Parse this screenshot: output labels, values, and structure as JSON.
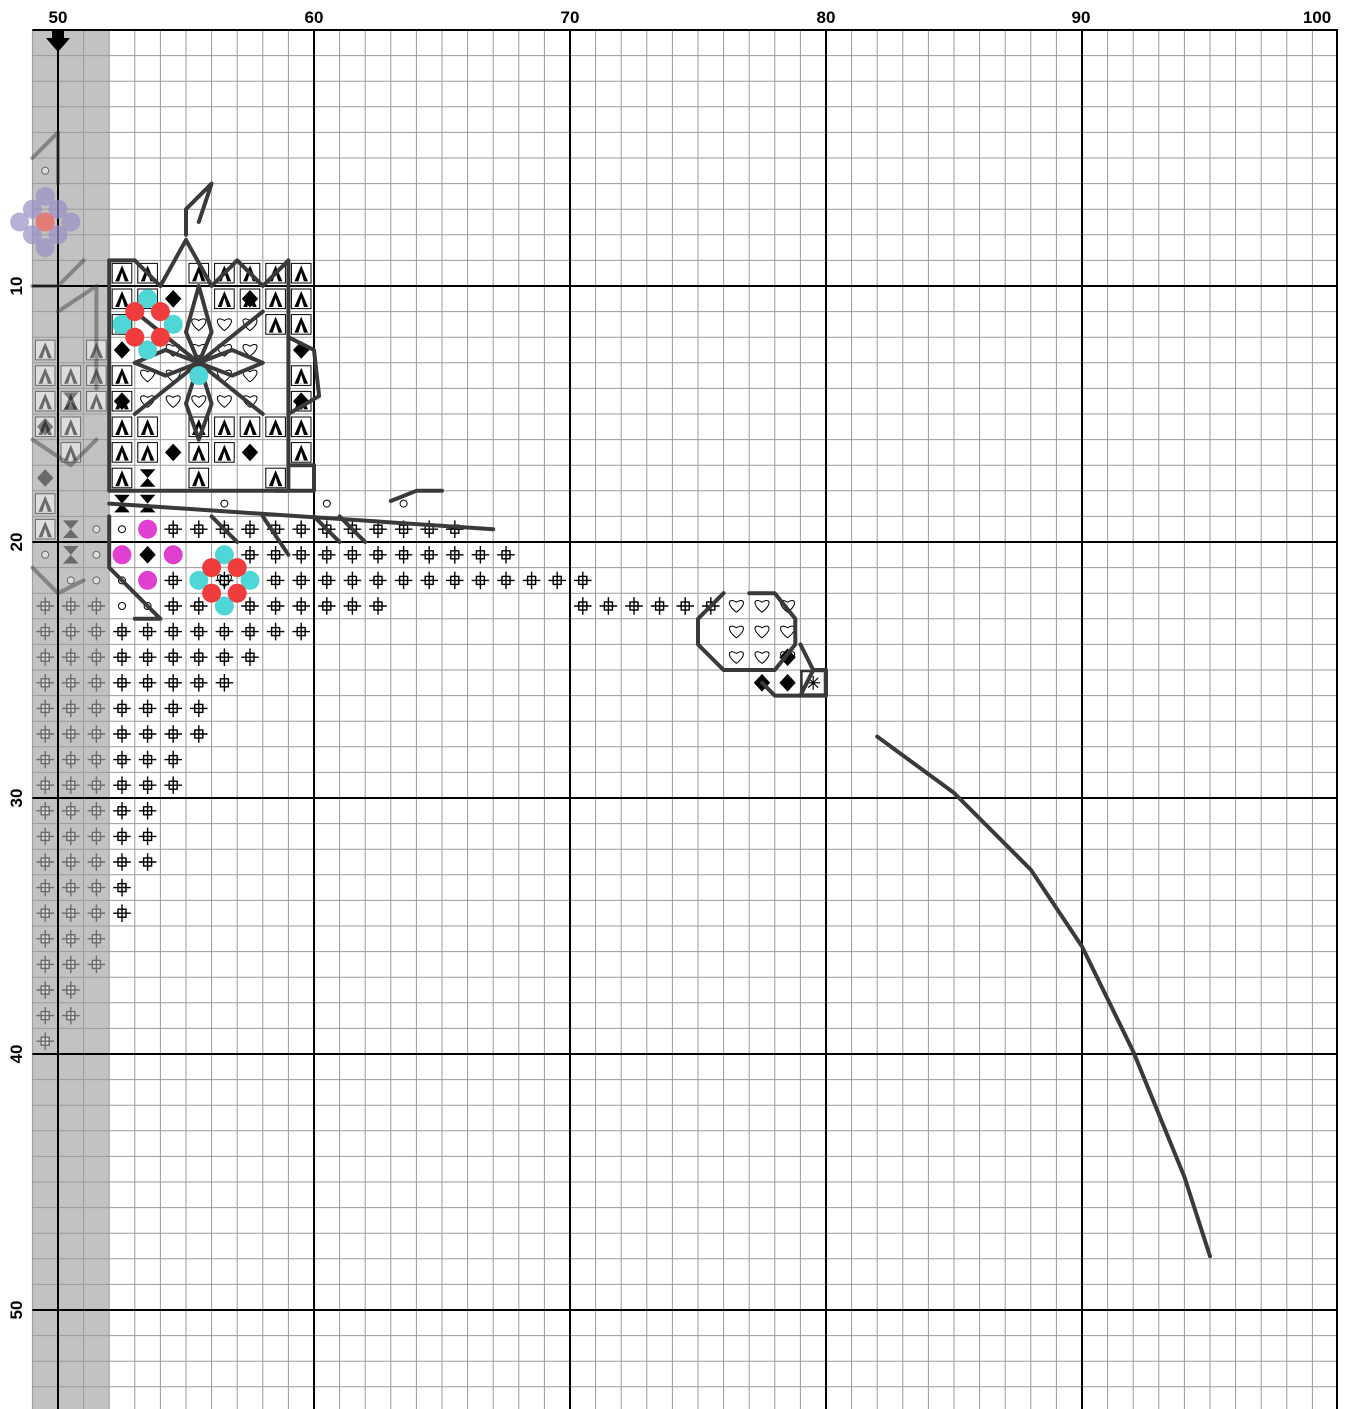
{
  "pattern": {
    "col_labels": [
      "50",
      "60",
      "70",
      "80",
      "90",
      "100"
    ],
    "row_labels": [
      "10",
      "20",
      "30",
      "40",
      "50"
    ],
    "col_start": 50,
    "col_end": 100,
    "row_start": 0,
    "row_end": 54,
    "major_every": 10,
    "center_marker": "down-arrow",
    "shaded_overlap_columns": [
      49,
      51
    ],
    "symbols": {
      "triangle": "filled-triangle-in-square",
      "diamond": "black-diamond",
      "heart": "heart-outline",
      "cross": "square-cross",
      "circle": "small-circle",
      "hourglass": "hourglass",
      "star": "asterisk",
      "bead_cyan": "#4fd6d6",
      "bead_red": "#f03c3c",
      "bead_magenta": "#e040d0",
      "bead_violet": "#9a8fc4"
    },
    "colors": {
      "grid_minor": "#9a9a9a",
      "grid_major": "#000000",
      "backstitch": "#3a3a3a",
      "shade": "#c2c2c2"
    }
  }
}
